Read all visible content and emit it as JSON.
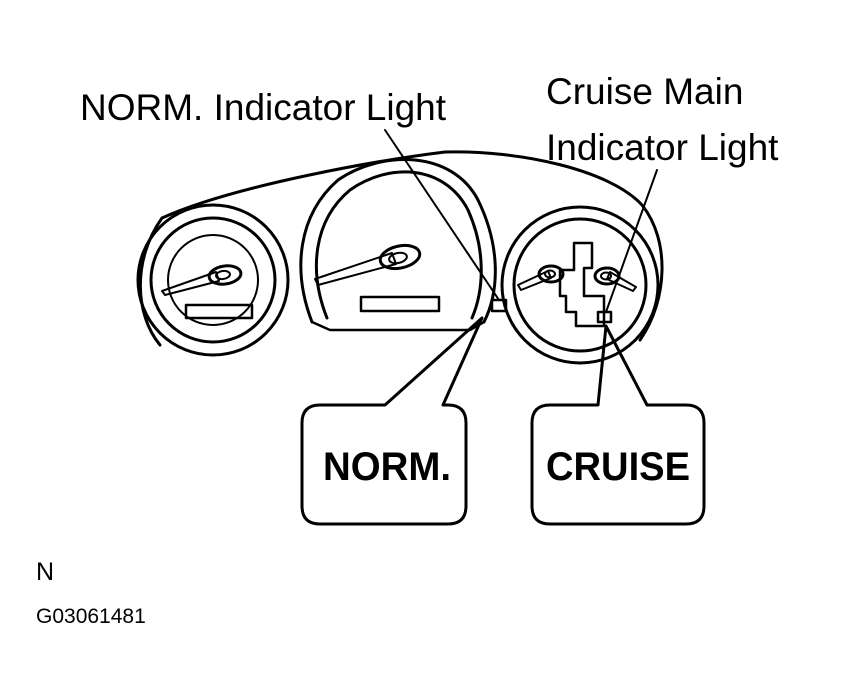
{
  "labels": {
    "norm_indicator": "NORM. Indicator Light",
    "cruise_main_line1": "Cruise Main",
    "cruise_main_line2": "Indicator Light",
    "norm_callout": "NORM.",
    "cruise_callout": "CRUISE",
    "view_code": "N",
    "figure_id": "G03061481"
  },
  "colors": {
    "ink": "#000000",
    "paper": "#ffffff"
  }
}
